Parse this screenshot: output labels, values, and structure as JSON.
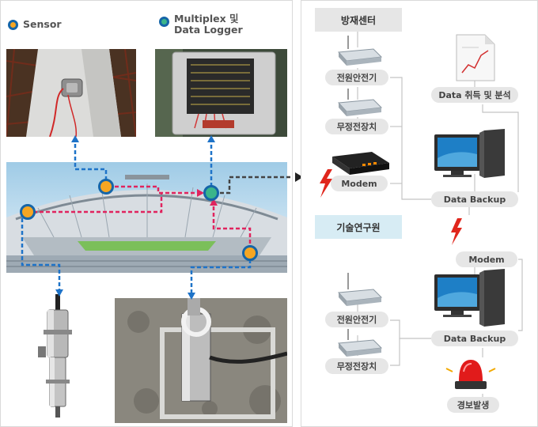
{
  "legend": {
    "sensor": "Sensor",
    "logger_line1": "Multiplex 및",
    "logger_line2": "Data Logger"
  },
  "colors": {
    "sensor_fill": "#f5a623",
    "logger_fill": "#3bb58a",
    "marker_border": "#1565a8",
    "blue_link": "#1e73c8",
    "red_link": "#e0245e",
    "dark_link": "#444444"
  },
  "right": {
    "center_header": "방재센터",
    "institute_header": "기술연구원",
    "data_analysis": "Data 취득 및 분석",
    "top_group": {
      "power": "전원안전기",
      "surge": "무정전장치",
      "modem": "Modem",
      "backup": "Data Backup"
    },
    "bottom_group": {
      "modem": "Modem",
      "power": "전원안전기",
      "surge": "무정전장치",
      "backup": "Data Backup",
      "alarm": "경보발생"
    }
  }
}
